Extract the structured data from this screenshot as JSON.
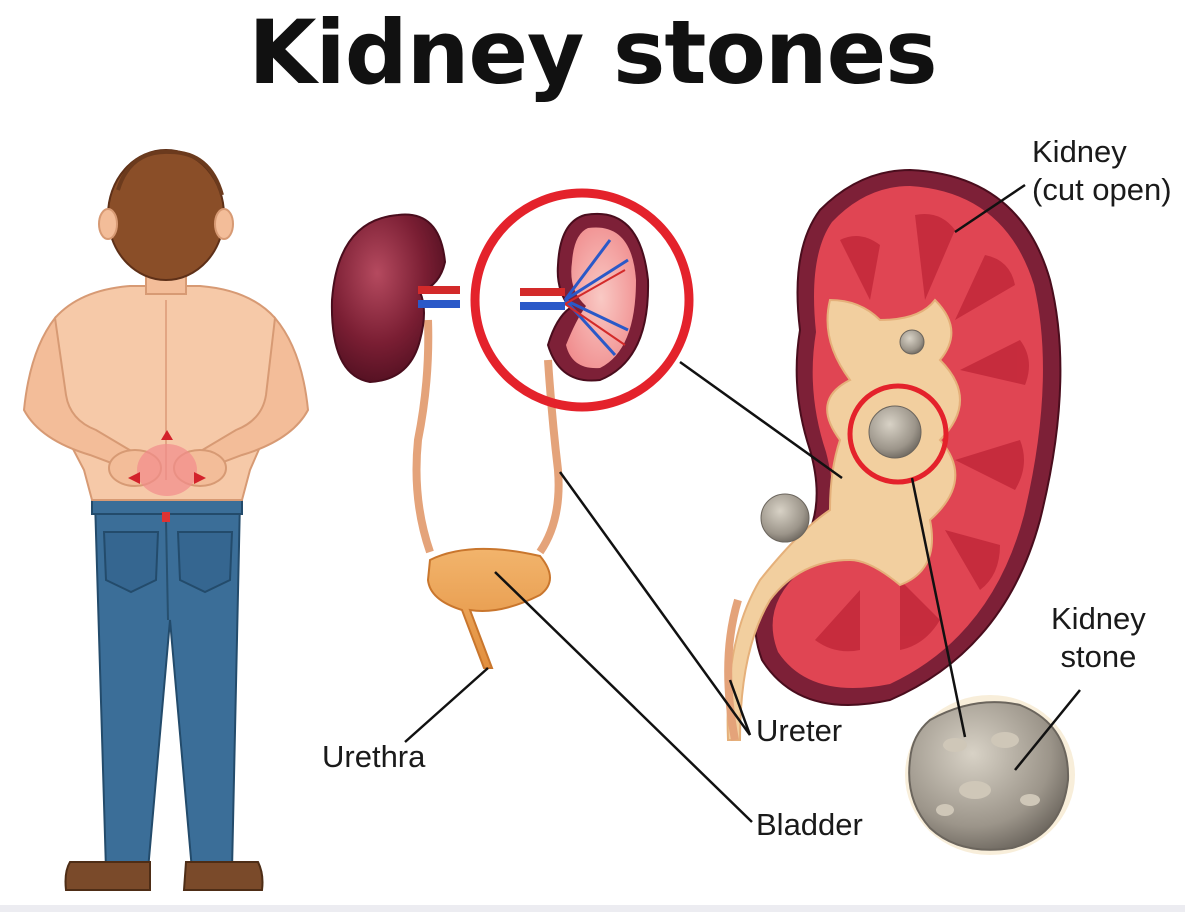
{
  "title": "Kidney stones",
  "labels": {
    "kidney_line1": "Kidney",
    "kidney_line2": "(cut open)",
    "stone_line1": "Kidney",
    "stone_line2": "stone",
    "ureter": "Ureter",
    "urethra": "Urethra",
    "bladder": "Bladder"
  },
  "colors": {
    "highlight_circle": "#e4222b",
    "kidney_red": "#d63a46",
    "skin": "#f6c9a8",
    "jeans": "#3a6f98"
  }
}
